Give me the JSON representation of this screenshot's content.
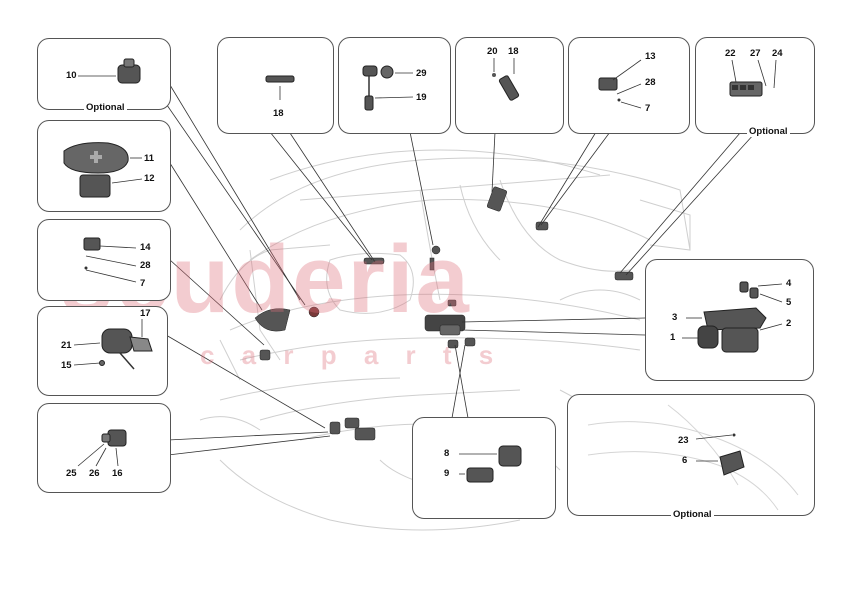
{
  "watermark": {
    "brand": "scuderia",
    "sub": "c a r   p a r t s",
    "color": "#e08a92"
  },
  "labels": {
    "optional": "Optional"
  },
  "boxes": {
    "box_a": {
      "part": "10",
      "note": "Optional"
    },
    "box_b": {
      "part": "18"
    },
    "box_c": {
      "parts": [
        "29",
        "19"
      ]
    },
    "box_d": {
      "parts": [
        "20",
        "18"
      ]
    },
    "box_e": {
      "parts": [
        "13",
        "28",
        "7"
      ]
    },
    "box_f": {
      "parts": [
        "22",
        "27",
        "24"
      ],
      "note": "Optional"
    },
    "box_g": {
      "parts": [
        "11",
        "12"
      ]
    },
    "box_h": {
      "parts": [
        "14",
        "28",
        "7"
      ]
    },
    "box_i": {
      "parts": [
        "17",
        "21",
        "15"
      ]
    },
    "box_j": {
      "parts": [
        "25",
        "26",
        "16"
      ]
    },
    "box_k": {
      "parts": [
        "8",
        "9"
      ]
    },
    "box_l": {
      "parts": [
        "4",
        "5",
        "3",
        "2",
        "1"
      ]
    },
    "box_m": {
      "parts": [
        "23",
        "6"
      ],
      "note": "Optional"
    }
  }
}
